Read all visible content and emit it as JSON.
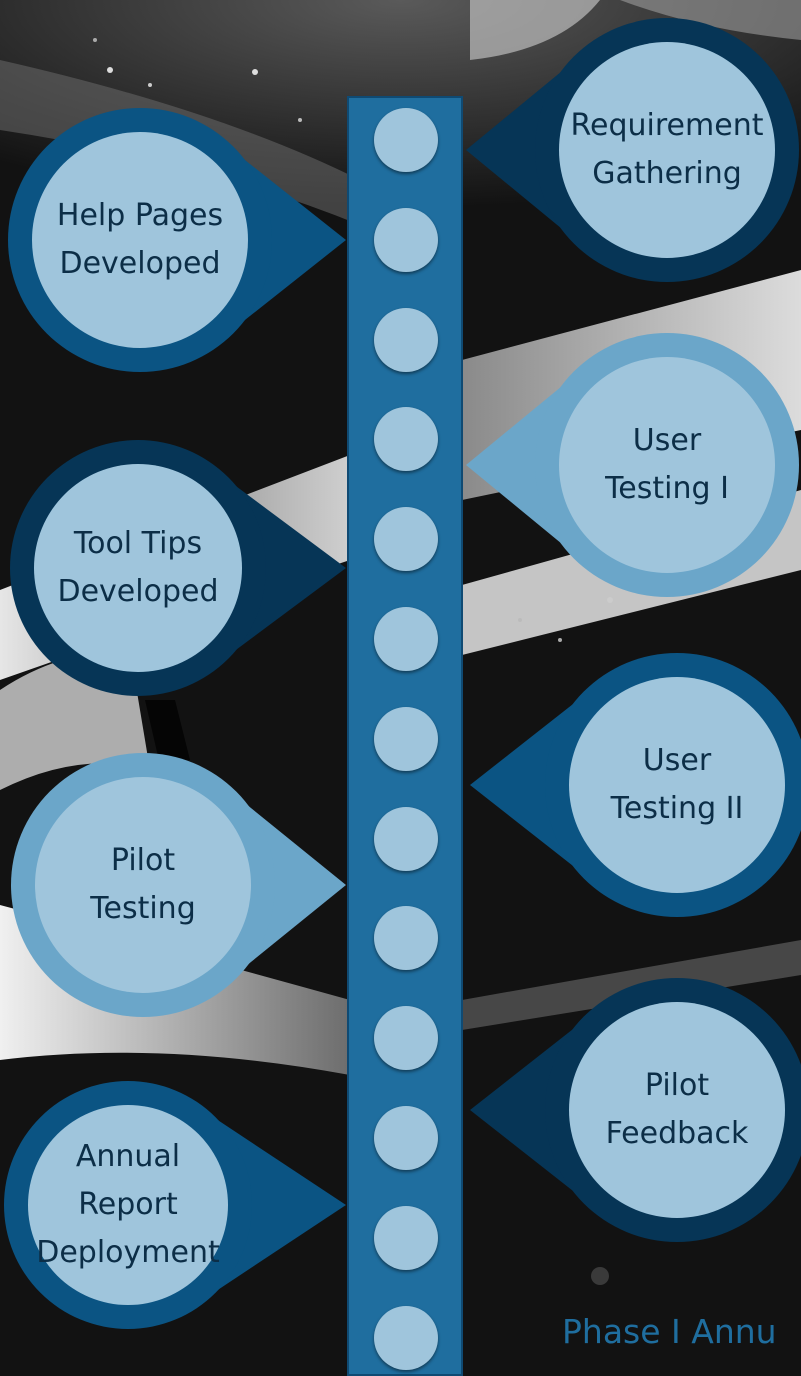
{
  "diagram": {
    "footer": "Phase I Annu",
    "colors": {
      "dark": "#063556",
      "mid": "#0b5483",
      "light": "#6ba6c9",
      "inner": "#9fc5dc",
      "bar": "#1f6e9f",
      "text": "#0c2e47"
    },
    "milestones": [
      {
        "side": "right",
        "label": "Requirement\nGathering",
        "style": "dark"
      },
      {
        "side": "left",
        "label": "Help Pages\nDeveloped",
        "style": "mid"
      },
      {
        "side": "right",
        "label": "User\nTesting I",
        "style": "light"
      },
      {
        "side": "left",
        "label": "Tool Tips\nDeveloped",
        "style": "dark"
      },
      {
        "side": "right",
        "label": "User\nTesting II",
        "style": "mid"
      },
      {
        "side": "left",
        "label": "Pilot\nTesting",
        "style": "light"
      },
      {
        "side": "right",
        "label": "Pilot\nFeedback",
        "style": "dark"
      },
      {
        "side": "left",
        "label": "Annual\nReport\nDeployment",
        "style": "mid"
      }
    ],
    "timeline_dot_count": 13
  }
}
